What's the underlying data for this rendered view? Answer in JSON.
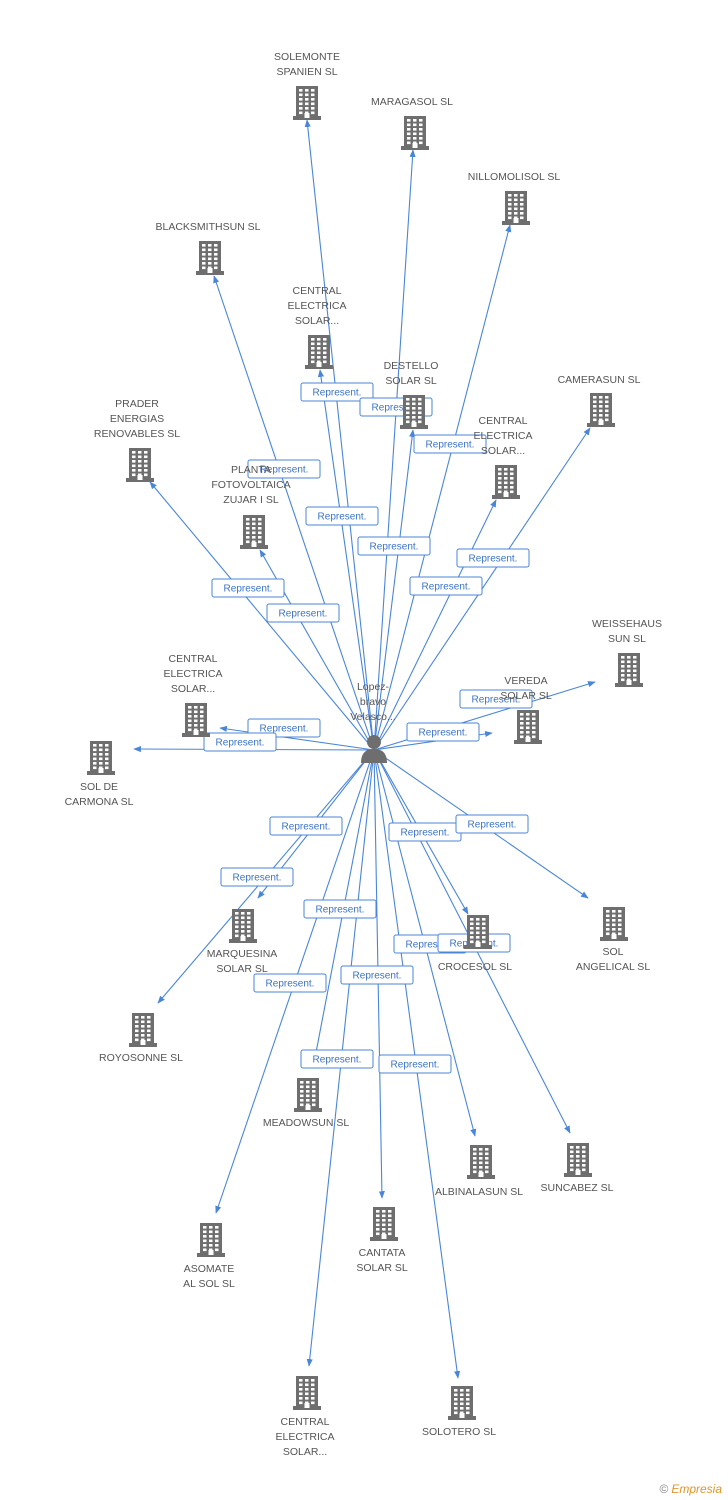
{
  "center": {
    "label_lines": [
      "Lopez-",
      "bravo",
      "Velasco..."
    ]
  },
  "edge_label": "Represent.",
  "nodes": [
    {
      "id": "solemonte",
      "lines": [
        "SOLEMONTE",
        "SPANIEN SL"
      ]
    },
    {
      "id": "maragasol",
      "lines": [
        "MARAGASOL SL"
      ]
    },
    {
      "id": "nillomolisol",
      "lines": [
        "NILLOMOLISOL SL"
      ]
    },
    {
      "id": "blacksmithsun",
      "lines": [
        "BLACKSMITHSUN SL"
      ]
    },
    {
      "id": "central1",
      "lines": [
        "CENTRAL",
        "ELECTRICA",
        "SOLAR..."
      ]
    },
    {
      "id": "destello",
      "lines": [
        "DESTELLO",
        "SOLAR SL"
      ]
    },
    {
      "id": "camerasun",
      "lines": [
        "CAMERASUN SL"
      ]
    },
    {
      "id": "prader",
      "lines": [
        "PRADER",
        "ENERGIAS",
        "RENOVABLES SL"
      ]
    },
    {
      "id": "central2",
      "lines": [
        "CENTRAL",
        "ELECTRICA",
        "SOLAR..."
      ]
    },
    {
      "id": "planta",
      "lines": [
        "PLANTA",
        "FOTOVOLTAICA",
        "ZUJAR I SL"
      ]
    },
    {
      "id": "weissehaus",
      "lines": [
        "WEISSEHAUS",
        "SUN SL"
      ]
    },
    {
      "id": "vereda",
      "lines": [
        "VEREDA",
        "SOLAR SL"
      ]
    },
    {
      "id": "central3",
      "lines": [
        "CENTRAL",
        "ELECTRICA",
        "SOLAR..."
      ]
    },
    {
      "id": "soldecarmona",
      "lines": [
        "SOL DE",
        "CARMONA SL"
      ]
    },
    {
      "id": "marquesina",
      "lines": [
        "MARQUESINA",
        "SOLAR SL"
      ]
    },
    {
      "id": "crocesol",
      "lines": [
        "CROCESOL SL"
      ]
    },
    {
      "id": "solangelical",
      "lines": [
        "SOL",
        "ANGELICAL SL"
      ]
    },
    {
      "id": "royosonne",
      "lines": [
        "ROYOSONNE SL"
      ]
    },
    {
      "id": "meadowsun",
      "lines": [
        "MEADOWSUN SL"
      ]
    },
    {
      "id": "albinalasun",
      "lines": [
        "ALBINALASUN SL"
      ]
    },
    {
      "id": "suncabez",
      "lines": [
        "SUNCABEZ SL"
      ]
    },
    {
      "id": "asomate",
      "lines": [
        "ASOMATE",
        "AL SOL SL"
      ]
    },
    {
      "id": "cantata",
      "lines": [
        "CANTATA",
        "SOLAR SL"
      ]
    },
    {
      "id": "central4",
      "lines": [
        "CENTRAL",
        "ELECTRICA",
        "SOLAR..."
      ]
    },
    {
      "id": "solotero",
      "lines": [
        "SOLOTERO SL"
      ]
    }
  ],
  "edges": [
    {
      "to": "solemonte"
    },
    {
      "to": "maragasol"
    },
    {
      "to": "nillomolisol"
    },
    {
      "to": "blacksmithsun"
    },
    {
      "to": "central1"
    },
    {
      "to": "destello"
    },
    {
      "to": "camerasun"
    },
    {
      "to": "prader"
    },
    {
      "to": "central2"
    },
    {
      "to": "planta"
    },
    {
      "to": "weissehaus"
    },
    {
      "to": "vereda"
    },
    {
      "to": "central3"
    },
    {
      "to": "soldecarmona"
    },
    {
      "to": "marquesina"
    },
    {
      "to": "crocesol"
    },
    {
      "to": "solangelical"
    },
    {
      "to": "royosonne"
    },
    {
      "to": "meadowsun"
    },
    {
      "to": "albinalasun"
    },
    {
      "to": "suncabez"
    },
    {
      "to": "asomate"
    },
    {
      "to": "cantata"
    },
    {
      "to": "central4"
    },
    {
      "to": "solotero"
    }
  ],
  "footer": {
    "copyright": "©",
    "brand": "Empresia"
  }
}
